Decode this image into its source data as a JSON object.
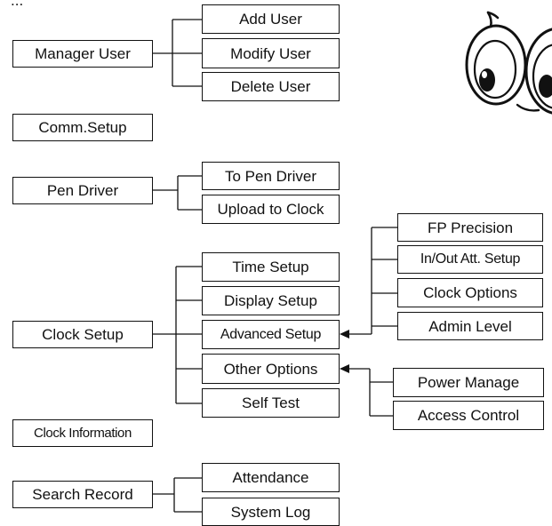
{
  "header_fragment": "...",
  "nodes": {
    "manager_user": "Manager User",
    "add_user": "Add User",
    "modify_user": "Modify User",
    "delete_user": "Delete User",
    "comm_setup": "Comm.Setup",
    "pen_driver": "Pen Driver",
    "to_pen_driver": "To Pen Driver",
    "upload_to_clock": "Upload to Clock",
    "clock_setup": "Clock Setup",
    "time_setup": "Time Setup",
    "display_setup": "Display Setup",
    "advanced_setup": "Advanced Setup",
    "other_options": "Other Options",
    "self_test": "Self Test",
    "fp_precision": "FP Precision",
    "in_out_att_setup": "In/Out Att. Setup",
    "clock_options": "Clock Options",
    "admin_level": "Admin Level",
    "power_manage": "Power Manage",
    "access_control": "Access Control",
    "clock_information": "Clock Information",
    "search_record": "Search Record",
    "attendance": "Attendance",
    "system_log": "System Log"
  },
  "icons": {
    "mascot": "cartoon-eyes-mascot-icon"
  },
  "colors": {
    "line": "#111111",
    "background": "#ffffff"
  }
}
